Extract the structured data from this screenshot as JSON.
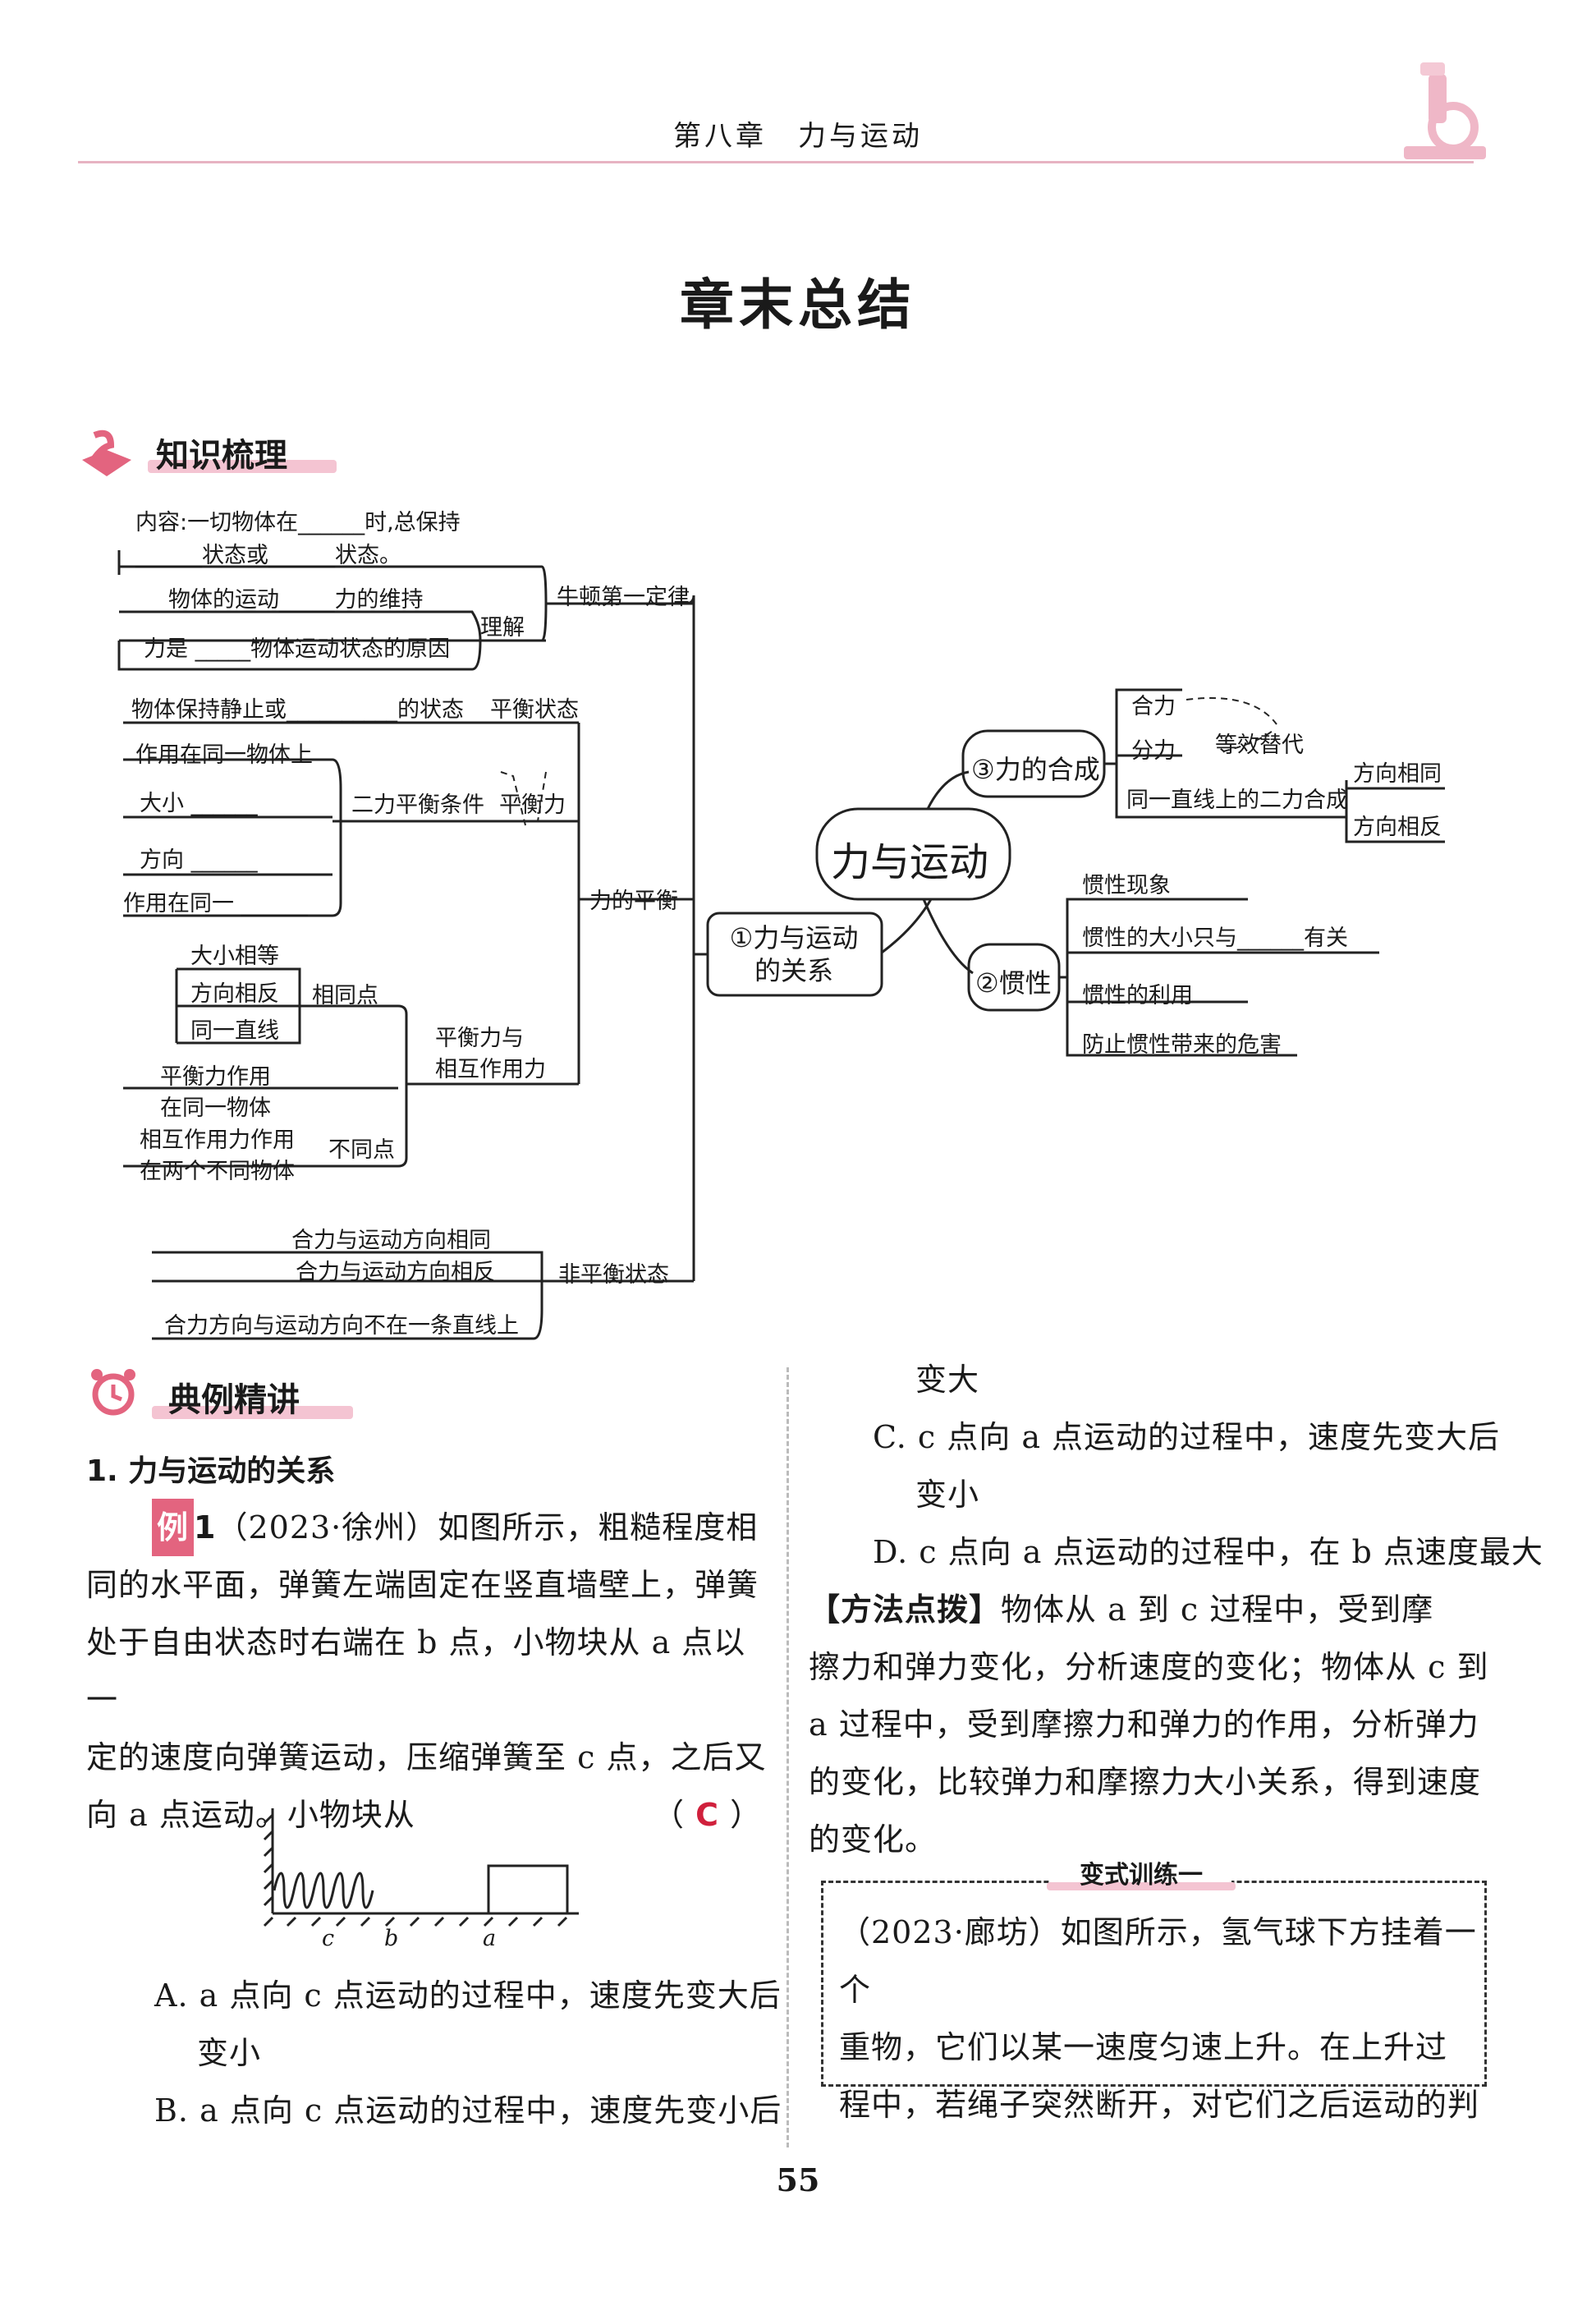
{
  "header": {
    "chapter": "第八章　力与运动"
  },
  "title": "章末总结",
  "section1": {
    "title": "知识梳理"
  },
  "mindmap": {
    "center": "力与运动",
    "branch1": "①力与运动\n的关系",
    "branch3": "③力的合成",
    "branch2": "②惯性",
    "newton": {
      "label": "牛顿第一定律",
      "content1": "内容:一切物体在______时,总保持",
      "content2": "______状态或______状态。",
      "understand": "理解",
      "u1": "物体的运动_____力的维持",
      "u2": "力是 _____物体运动状态的原因"
    },
    "balance": {
      "label": "力的平衡",
      "state": "物体保持静止或__________的状态",
      "state_label": "平衡状态",
      "force_label": "平衡力",
      "cond_label": "二力平衡条件",
      "c1": "作用在同一物体上",
      "c2": "大小 ______",
      "c3": "方向 ______",
      "c4": "作用在同一 ______",
      "vs_label": "平衡力与\n相互作用力",
      "same_label": "相同点",
      "s1": "大小相等",
      "s2": "方向相反",
      "s3": "同一直线",
      "diff_label": "不同点",
      "d1": "平衡力作用\n在同一物体",
      "d2": "相互作用力作用\n在两个不同物体"
    },
    "nonbalance": {
      "label": "非平衡状态",
      "n1": "合力与运动方向相同",
      "n2": "合力与运动方向相反",
      "n3": "合力方向与运动方向不在一条直线上"
    },
    "composition": {
      "hl": "合力",
      "fl": "分力",
      "eq": "等效替代",
      "line": "同一直线上的二力合成",
      "same": "方向相同",
      "opp": "方向相反"
    },
    "inertia": {
      "i1": "惯性现象",
      "i2": "惯性的大小只与______有关",
      "i3": "惯性的利用",
      "i4": "防止惯性带来的危害"
    }
  },
  "section2": {
    "title": "典例精讲"
  },
  "q_heading": "1. 力与运动的关系",
  "example": {
    "badge": "例",
    "num": "1",
    "lines": [
      "（2023·徐州）如图所示，粗糙程度相",
      "同的水平面，弹簧左端固定在竖直墙壁上，弹簧",
      "处于自由状态时右端在 b 点，小物块从 a 点以一",
      "定的速度向弹簧运动，压缩弹簧至 c 点，之后又",
      "向 a 点运动。小物块从"
    ],
    "answer_open": "（",
    "answer": "C",
    "answer_close": "）",
    "fig_labels": [
      "c",
      "b",
      "a"
    ],
    "optA1": "A. a 点向 c 点运动的过程中，速度先变大后",
    "optA2": "变小",
    "optB1": "B. a 点向 c 点运动的过程中，速度先变小后",
    "optB2": "变大",
    "optC1": "C. c 点向 a 点运动的过程中，速度先变大后",
    "optC2": "变小",
    "optD": "D. c 点向 a 点运动的过程中，在 b 点速度最大"
  },
  "method": {
    "tag": "【方法点拨】",
    "lines": [
      "物体从 a 到 c 过程中，受到摩",
      "擦力和弹力变化，分析速度的变化；物体从 c 到",
      "a 过程中，受到摩擦力和弹力的作用，分析弹力",
      "的变化，比较弹力和摩擦力大小关系，得到速度",
      "的变化。"
    ]
  },
  "practice": {
    "title": "变式训练一",
    "lines": [
      "（2023·廊坊）如图所示，氢气球下方挂着一个",
      "重物，它们以某一速度匀速上升。在上升过",
      "程中，若绳子突然断开，对它们之后运动的判"
    ]
  },
  "page_number": "55"
}
